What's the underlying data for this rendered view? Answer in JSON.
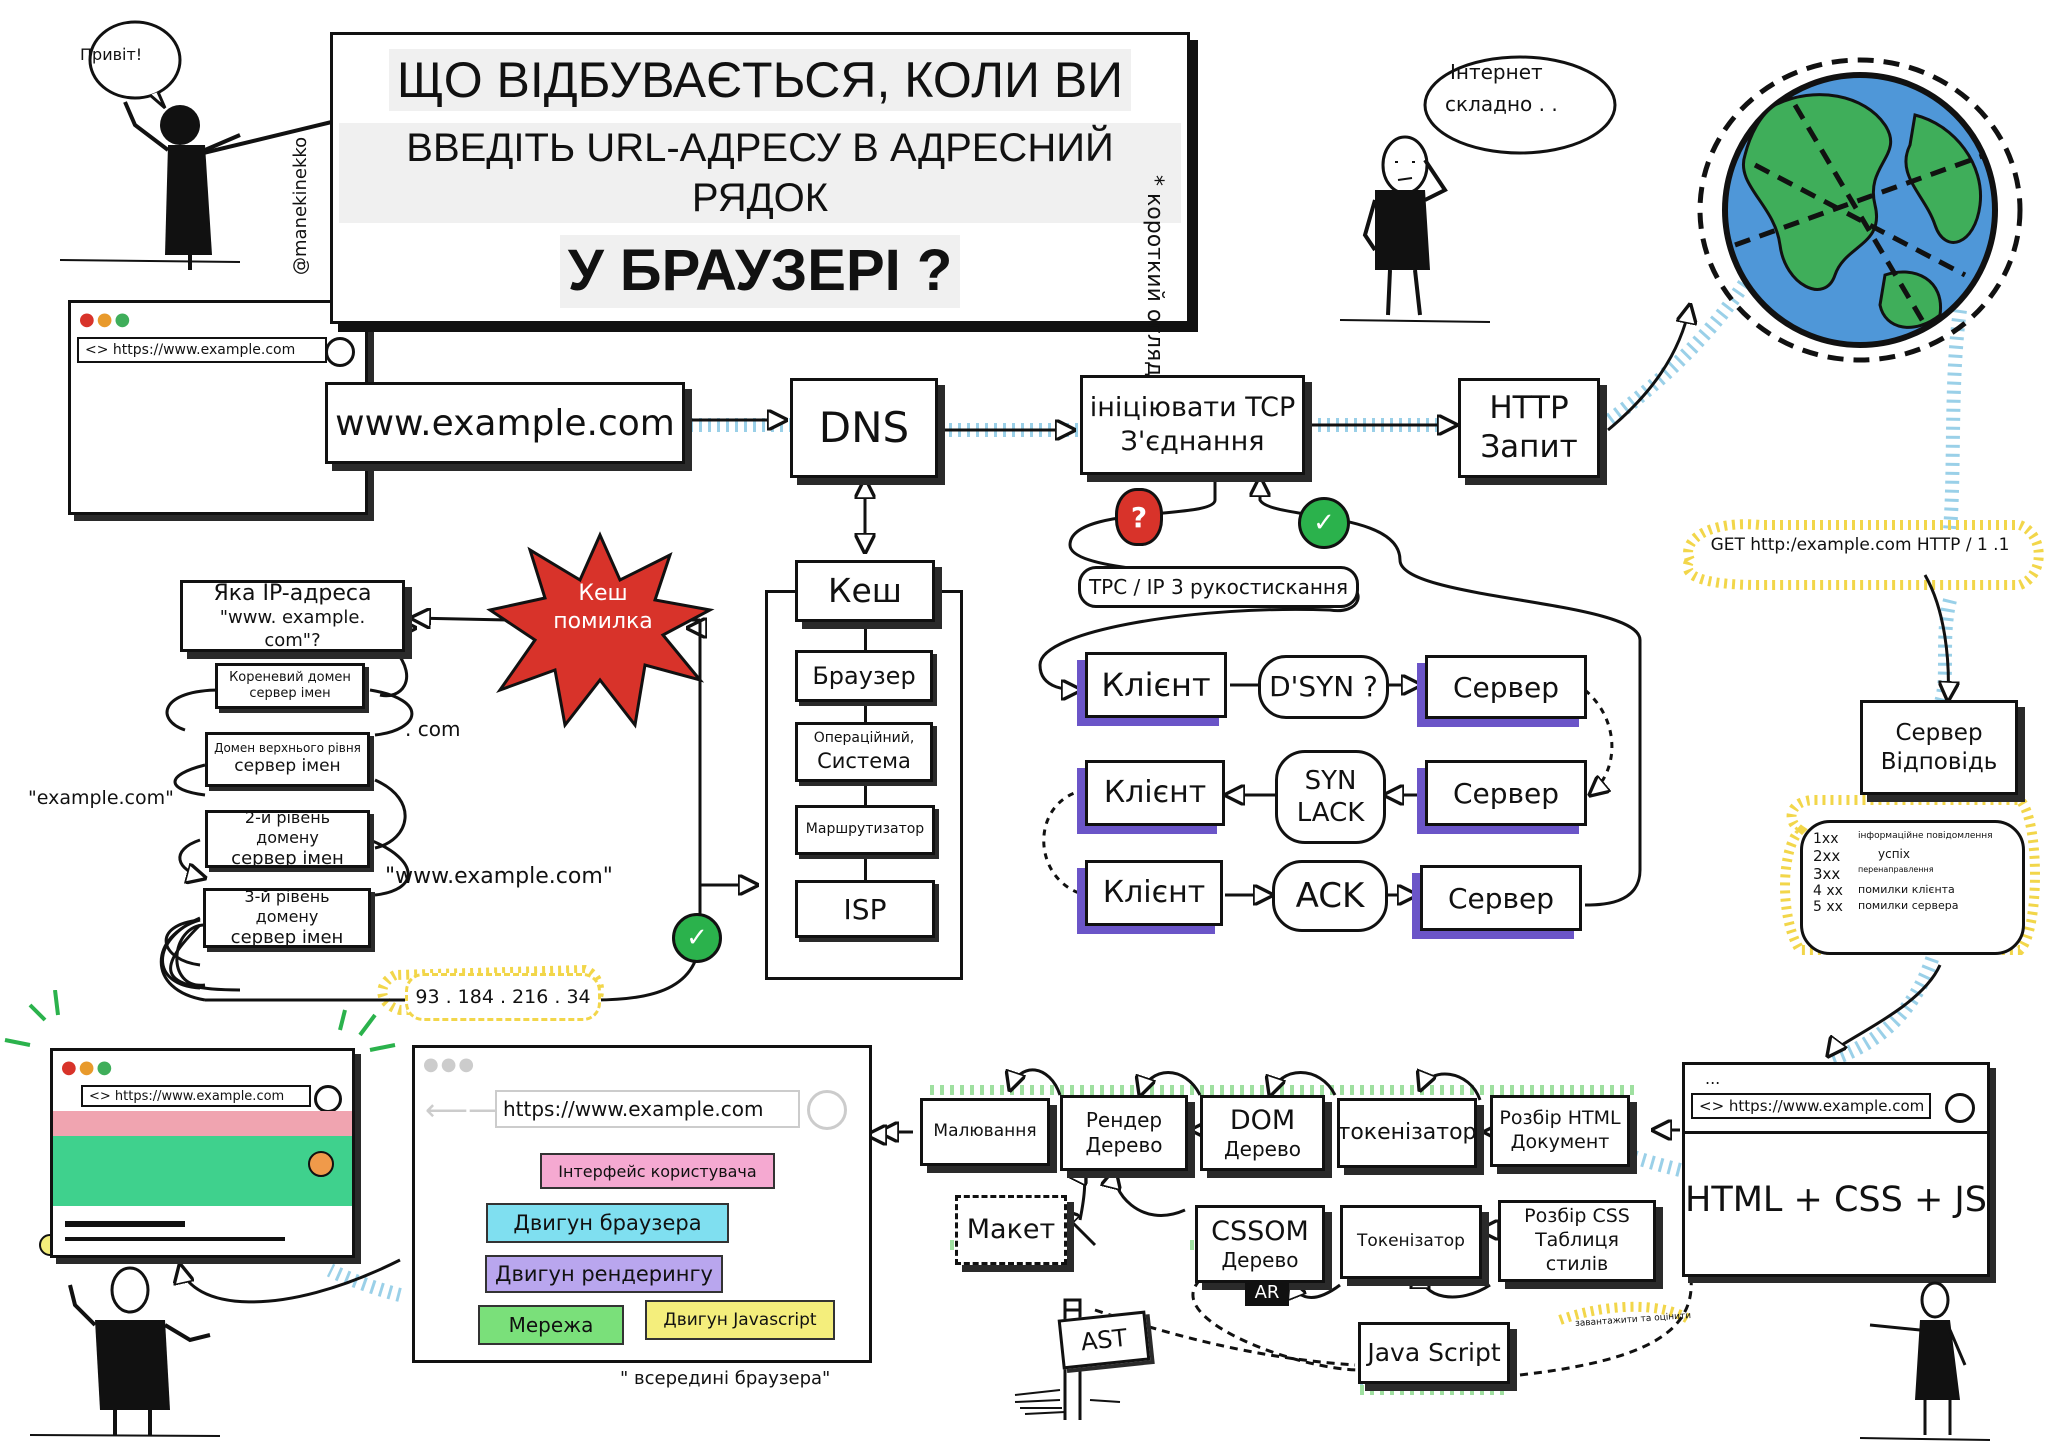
{
  "title": {
    "line1": "ЩО ВІДБУВАЄТЬСЯ, КОЛИ ВИ",
    "line2": "ВВЕДІТЬ URL-АДРЕСУ В АДРЕСНИЙ РЯДОК",
    "line3": "У БРАУЗЕРІ ?",
    "side_note": "* короткий огляд",
    "author": "@manekinekko"
  },
  "speech": {
    "hello": "Привіт!",
    "internet_1": "Інтернет",
    "internet_2": "складно . ."
  },
  "top_browser": {
    "url": "<> https://www.example.com"
  },
  "flow": {
    "url_box": "www.example.com",
    "dns": "DNS",
    "tcp_1": "ініціювати TCP",
    "tcp_2": "З'єднання",
    "http_1": "HTTP",
    "http_2": "Запит"
  },
  "cache": {
    "title": "Кеш",
    "items": [
      "Браузер",
      "Операційний,",
      "Система",
      "Маршрутизатор",
      "ISP"
    ]
  },
  "cache_miss": {
    "line1": "Кеш",
    "line2": "помилка"
  },
  "resolver": {
    "question_1": "Яка IP-адреса",
    "question_2": "\"www. example. com\"?",
    "root_1": "Кореневий домен",
    "root_2": "сервер імен",
    "com": ". com",
    "tld_1": "Домен верхнього рівня",
    "tld_2": "сервер імен",
    "example_com": "\"example.com\"",
    "second_1": "2-й рівень домену",
    "second_2": "сервер імен",
    "www_example": "\"www.example.com\"",
    "third_1": "3-й рівень домену",
    "third_2": "сервер імен",
    "ip": "93 . 184 . 216 . 34"
  },
  "handshake": {
    "question_mark": "?",
    "check_mark": "✓",
    "label": "TPC / IP 3 рукостискання",
    "client": "Клієнт",
    "server": "Сервер",
    "syn": "D'SYN ?",
    "synack_1": "SYN",
    "synack_2": "LACK",
    "ack": "ACK"
  },
  "get_request": "GET http:/example.com HTTP / 1 .1",
  "server_response": {
    "line1": "Сервер",
    "line2": "Відповідь"
  },
  "status_codes": {
    "rows": [
      {
        "code": "1xx",
        "desc": "інформаційне повідомлення"
      },
      {
        "code": "2xx",
        "desc": "успіх"
      },
      {
        "code": "3xx",
        "desc": "перенаправлення"
      },
      {
        "code": "4 xx",
        "desc": "помилки клієнта"
      },
      {
        "code": "5 xx",
        "desc": "помилки сервера"
      }
    ]
  },
  "response_browser": {
    "dots": "...",
    "url": "<> https://www.example.com",
    "content": "HTML + CSS + JS"
  },
  "render": {
    "parse_html_1": "Розбір HTML",
    "parse_html_2": "Документ",
    "tokenizer": "токенізатор",
    "dom_1": "DOM",
    "dom_2": "Дерево",
    "render_tree_1": "Рендер",
    "render_tree_2": "Дерево",
    "paint": "Малювання",
    "layout": "Макет",
    "cssom_1": "CSSOM",
    "cssom_2": "Дерево",
    "ar": "AR",
    "tokenizer2": "Токенізатор",
    "parse_css_1": "Розбір CSS",
    "parse_css_2": "Таблиця стилів",
    "javascript": "Java Script",
    "load_eval": "завантажити та оцінити",
    "ast": "AST"
  },
  "inside_browser": {
    "url": "https://www.example.com",
    "ui": "Інтерфейс користувача",
    "browser_engine": "Двигун браузера",
    "rendering_engine": "Двигун рендерингу",
    "network": "Мережа",
    "js_engine": "Двигун Javascript",
    "caption": "\" всередині браузера\""
  },
  "final_browser": {
    "url": "<> https://www.example.com"
  },
  "colors": {
    "accent_red": "#d8332a",
    "check_green": "#2bb24c",
    "cloud_blue": "#8fcbe6",
    "cloud_yellow": "#f2d64a",
    "shadow_purple": "#6b55c8",
    "green_glow": "#9fe0a0",
    "ocean": "#4f97d8",
    "land": "#3fae5a",
    "hl_pink": "#f5a9d1",
    "hl_cyan": "#7fdff0",
    "hl_purple": "#b9a6ee",
    "hl_green": "#7ae07a",
    "hl_yellow": "#f4ee7c"
  }
}
